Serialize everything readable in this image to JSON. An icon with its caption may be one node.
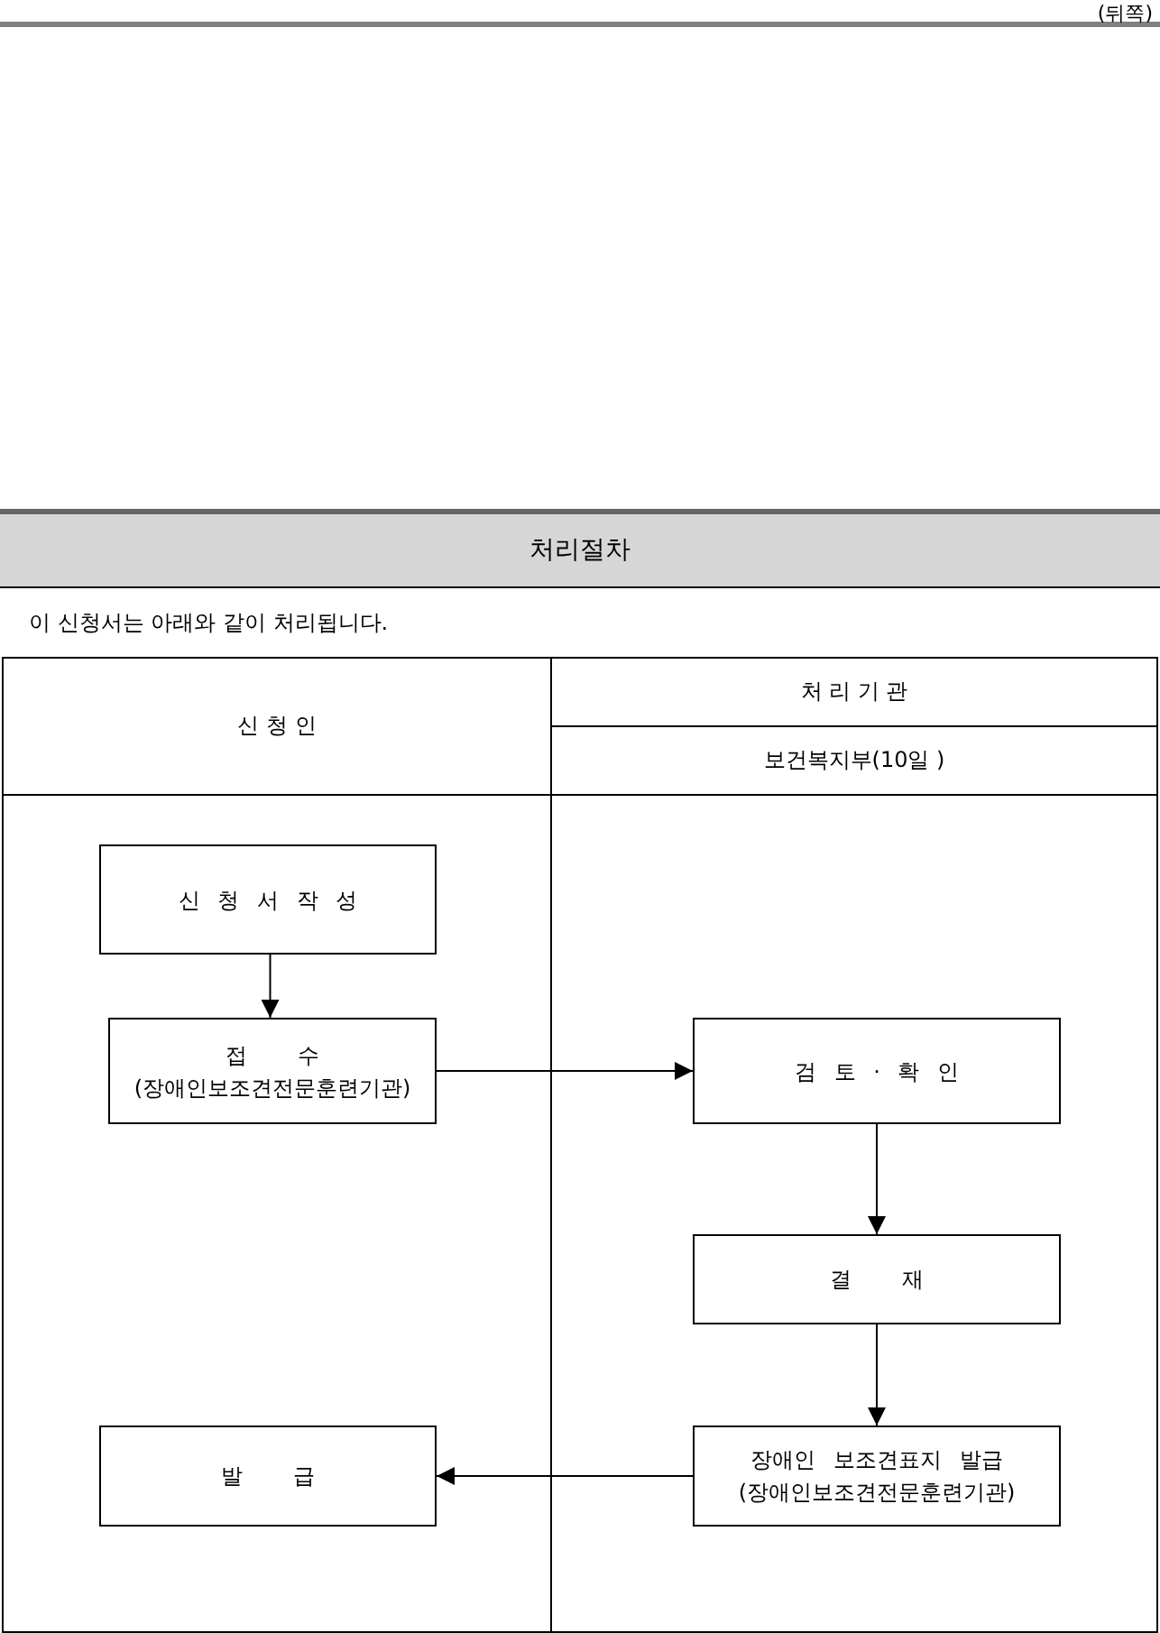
{
  "diagram": {
    "title": "처리절차",
    "nodes": [
      {
        "text": [
          "신 청 인"
        ]
      },
      {
        "text": [
          "처 리 기 관",
          "보건복지부(10일 )"
        ]
      },
      {
        "text": [
          "신 청 서 작 성"
        ],
        "in": 0
      },
      {
        "text": [
          "접 수",
          "(장애인보조견전문훈련기관)"
        ],
        "in": 0
      },
      {
        "text": [
          "검 토 · 확 인"
        ],
        "in": 1
      },
      {
        "text": [
          "결 재"
        ],
        "in": 1
      },
      {
        "text": [
          "장애인 보조견표지 발급",
          "(장애인보조견전문훈련기관)"
        ],
        "in": 1
      },
      {
        "text": [
          "발 급"
        ],
        "in": 0
      }
    ],
    "edges": [
      {
        "from": 2,
        "to": 3,
        "arrow": "to"
      },
      {
        "from": 3,
        "to": 4,
        "arrow": "to"
      },
      {
        "from": 4,
        "to": 5,
        "arrow": "to"
      },
      {
        "from": 5,
        "to": 6,
        "arrow": "to"
      },
      {
        "from": 6,
        "to": 7,
        "arrow": "to"
      }
    ],
    "labels": [
      "(뒤쪽)",
      "이 신청서는 아래와 같이 처리됩니다."
    ]
  }
}
